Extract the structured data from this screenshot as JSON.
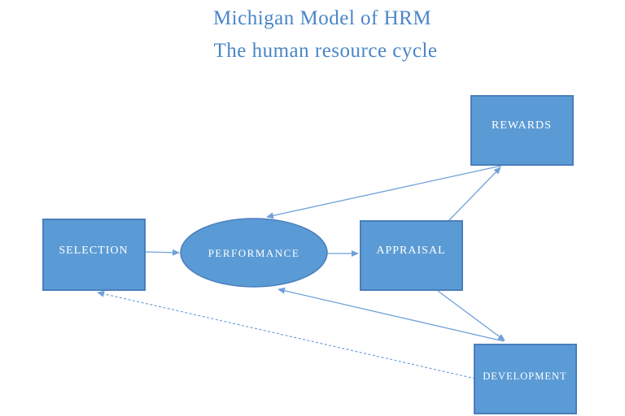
{
  "title": {
    "line1": "Michigan Model of HRM",
    "line2": "The human resource cycle"
  },
  "colors": {
    "title_text": "#4a86c6",
    "node_fill": "#5b9bd5",
    "node_border": "#4a7ebb",
    "node_text": "#ffffff",
    "connector": "#6fa1d9",
    "background": "#ffffff"
  },
  "nodes": {
    "selection": {
      "label": "SELECTION",
      "shape": "rectangle"
    },
    "performance": {
      "label": "PERFORMANCE",
      "shape": "ellipse"
    },
    "appraisal": {
      "label": "APPRAISAL",
      "shape": "rectangle"
    },
    "rewards": {
      "label": "REWARDS",
      "shape": "rectangle"
    },
    "development": {
      "label": "DEVELOPMENT",
      "shape": "rectangle"
    }
  },
  "connectors": [
    {
      "from": "selection",
      "to": "performance",
      "style": "solid"
    },
    {
      "from": "performance",
      "to": "appraisal",
      "style": "solid"
    },
    {
      "from": "appraisal",
      "to": "rewards",
      "style": "solid"
    },
    {
      "from": "rewards",
      "to": "performance",
      "style": "solid"
    },
    {
      "from": "appraisal",
      "to": "development",
      "style": "solid"
    },
    {
      "from": "development",
      "to": "performance",
      "style": "solid"
    },
    {
      "from": "development",
      "to": "selection",
      "style": "dashed"
    }
  ]
}
